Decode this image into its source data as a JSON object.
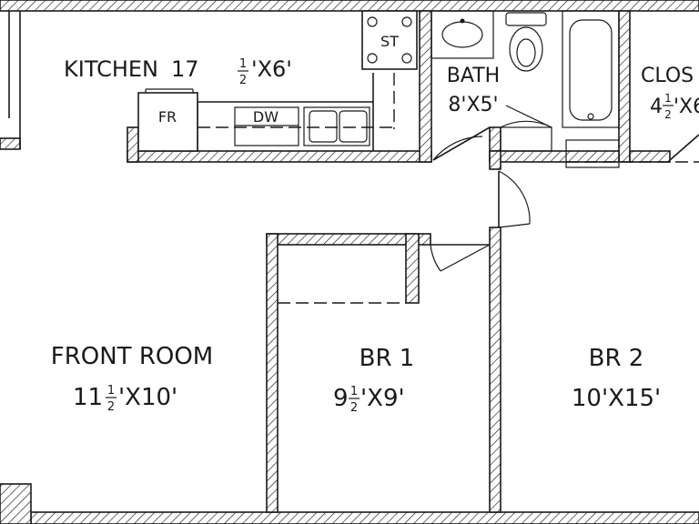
{
  "rooms": {
    "kitchen": {
      "name": "KITCHEN",
      "dim_int": "17",
      "dim_frac_num": "1",
      "dim_frac_den": "2",
      "dim_rest": "'X6'"
    },
    "bath": {
      "name": "BATH",
      "dim": "8'X5'"
    },
    "closet": {
      "name": "CLOS",
      "dim_frac_num": "1",
      "dim_frac_den": "2",
      "dim_int": "4",
      "dim_rest": "'X6"
    },
    "front_room": {
      "name": "FRONT ROOM",
      "dim_int": "11",
      "dim_frac_num": "1",
      "dim_frac_den": "2",
      "dim_rest": "'X10'"
    },
    "br1": {
      "name": "BR 1",
      "dim_int": "9",
      "dim_frac_num": "1",
      "dim_frac_den": "2",
      "dim_rest": "'X9'"
    },
    "br2": {
      "name": "BR 2",
      "dim": "10'X15'"
    }
  },
  "appliances": {
    "stove": "ST",
    "fridge": "FR",
    "dishwasher": "DW"
  },
  "colors": {
    "ink": "#1a1a1a",
    "paper": "#ffffff"
  }
}
